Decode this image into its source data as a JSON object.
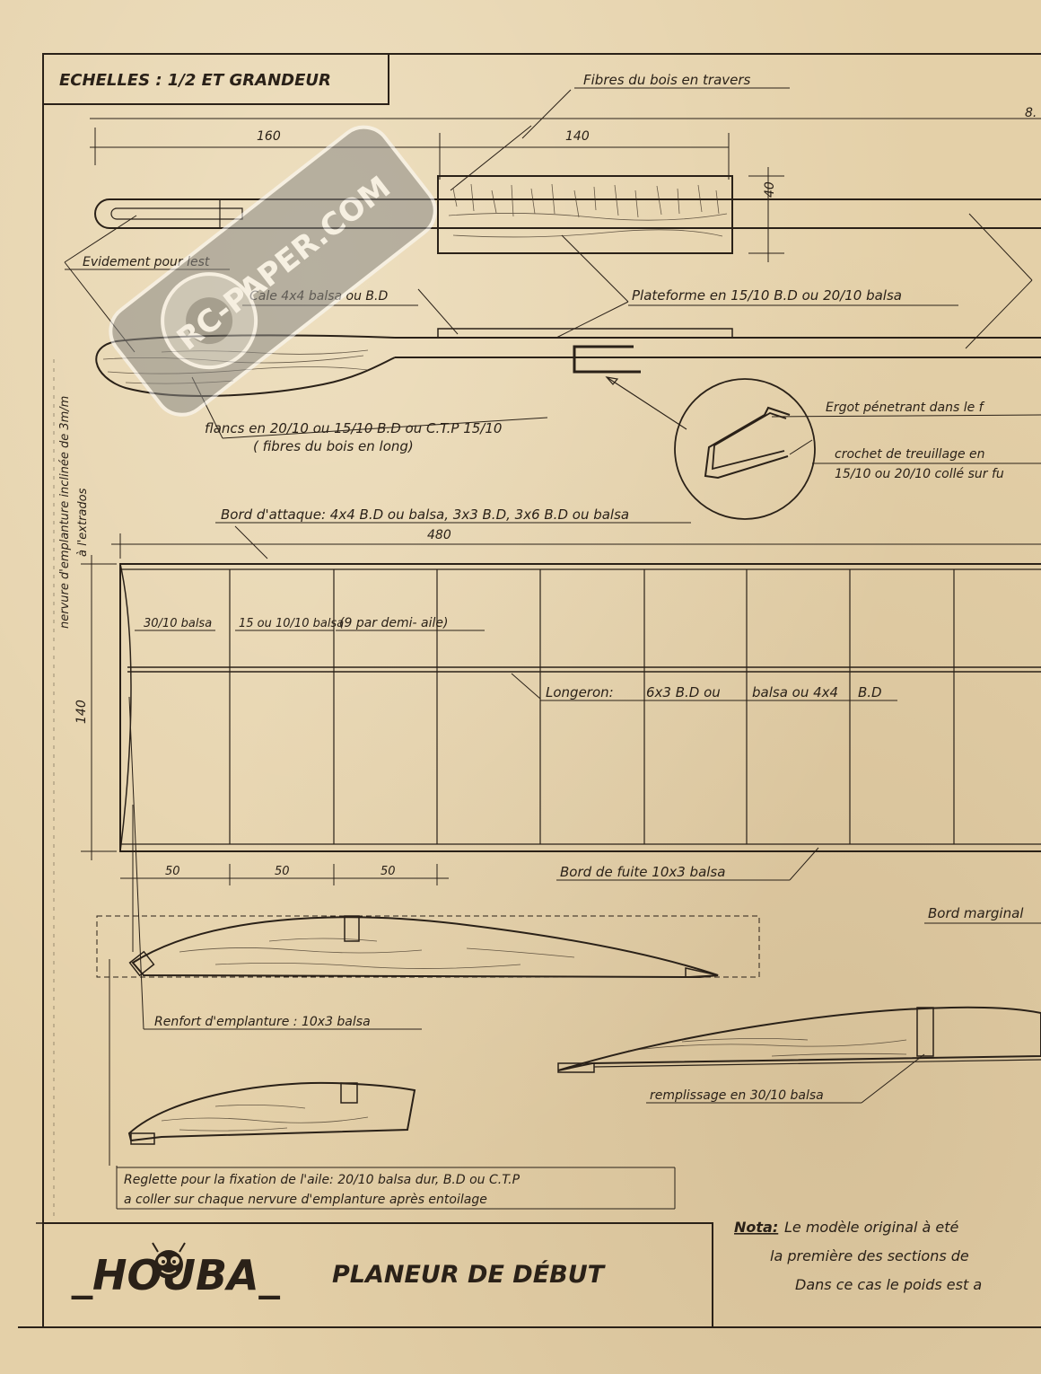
{
  "title_block": {
    "scales": "ECHELLES :  1/2  ET GRANDEUR",
    "name": "_HOUBA_",
    "subtitle": "PLANEUR DE DÉBUT"
  },
  "watermark": "RC-PAPER.COM",
  "dimensions": {
    "d160": "160",
    "d140": "140",
    "d40": "40",
    "d480": "480",
    "d140_chord": "140",
    "d50a": "50",
    "d50b": "50",
    "d50c": "50",
    "d_edge": "8."
  },
  "labels": {
    "fibres": "Fibres du bois en travers",
    "evidement": "Evidement pour lest",
    "cale": "Cale 4x4 balsa ou B.D",
    "plateforme": "Plateforme en 15/10 B.D ou 20/10 balsa",
    "flancs_1": "flancs en 20/10 ou 15/10 B.D ou C.T.P 15/10",
    "flancs_2": "( fibres du bois en long)",
    "ergot": "Ergot pénetrant dans le f",
    "crochet_1": "crochet de treuillage en",
    "crochet_2": "15/10 ou 20/10 collé sur fu",
    "nervure_1": "nervure d'emplanture inclinée de 3m/m",
    "nervure_2": "à l'extrados",
    "bord_attaque": "Bord d'attaque: 4x4 B.D ou balsa, 3x3 B.D, 3x6 B.D ou balsa",
    "rib1": "30/10 balsa",
    "rib2": "15 ou 10/10 balsa",
    "rib3": "(9 par demi- aile)",
    "longeron_1": "Longeron:",
    "longeron_2": "6x3 B.D ou",
    "longeron_3": "balsa ou 4x4",
    "longeron_4": "B.D",
    "bord_fuite": "Bord de fuite 10x3 balsa",
    "bord_marginal": "Bord marginal",
    "renfort": "Renfort d'emplanture :  10x3 balsa",
    "remplissage": "remplissage en 30/10 balsa",
    "reglette_1": "Reglette pour la fixation de l'aile: 20/10 balsa dur, B.D ou C.T.P",
    "reglette_2": "a coller sur chaque nervure d'emplanture après entoilage"
  },
  "nota": {
    "label": "Nota:",
    "line1": "Le modèle original à eté",
    "line2": "la première des sections de",
    "line3": "Dans ce cas le poids est a"
  }
}
